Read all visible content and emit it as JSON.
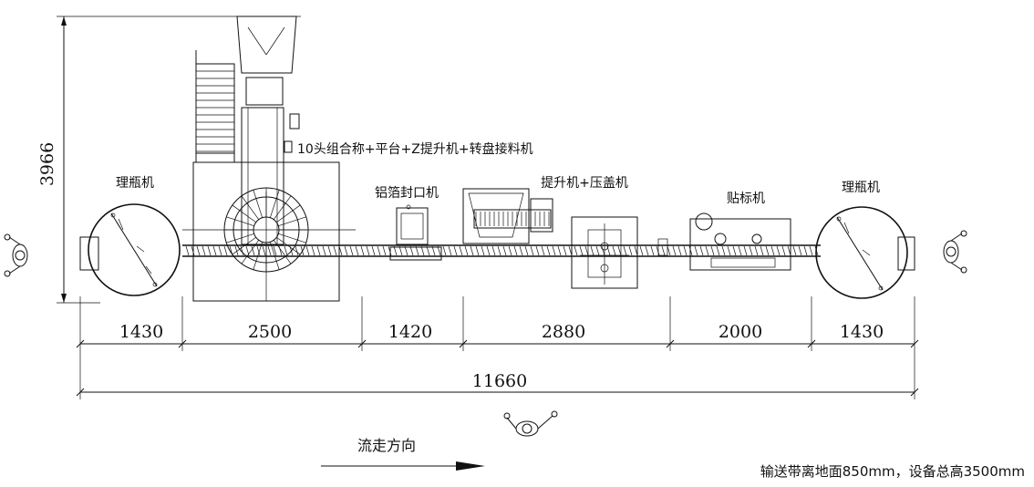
{
  "machines": {
    "unscrambler_left": "理瓶机",
    "filler": "10头组合称+平台+Z提升机+转盘接料机",
    "sealer": "铝箔封口机",
    "capper": "提升机+压盖机",
    "labeler": "贴标机",
    "unscrambler_right": "理瓶机"
  },
  "dimensions": {
    "height": "3966",
    "seg1": "1430",
    "seg2": "2500",
    "seg3": "1420",
    "seg4": "2880",
    "seg5": "2000",
    "seg6": "1430",
    "total": "11660"
  },
  "flow_label": "流走方向",
  "note": "输送带离地面850mm，设备总高3500mm",
  "icons": [
    "operator-icon",
    "flow-arrow-icon"
  ]
}
